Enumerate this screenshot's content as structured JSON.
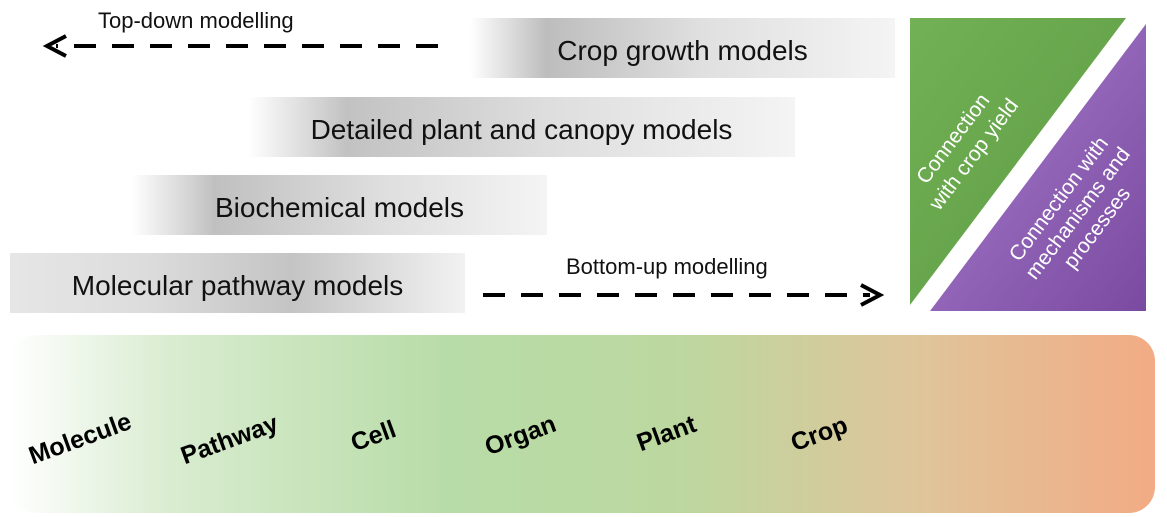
{
  "top_down_label": "Top-down modelling",
  "bottom_up_label": "Bottom-up modelling",
  "models": {
    "crop_growth": "Crop growth models",
    "plant_canopy": "Detailed plant and canopy models",
    "biochemical": "Biochemical models",
    "molecular": "Molecular pathway models"
  },
  "triangle_green": {
    "line1": "Connection",
    "line2": "with crop yield",
    "color": "#6aa84f"
  },
  "triangle_purple": {
    "line1": "Connection with",
    "line2": "mechanisms and",
    "line3": "processes",
    "color": "#8e5bb5"
  },
  "scales": [
    "Molecule",
    "Pathway",
    "Cell",
    "Organ",
    "Plant",
    "Crop"
  ]
}
